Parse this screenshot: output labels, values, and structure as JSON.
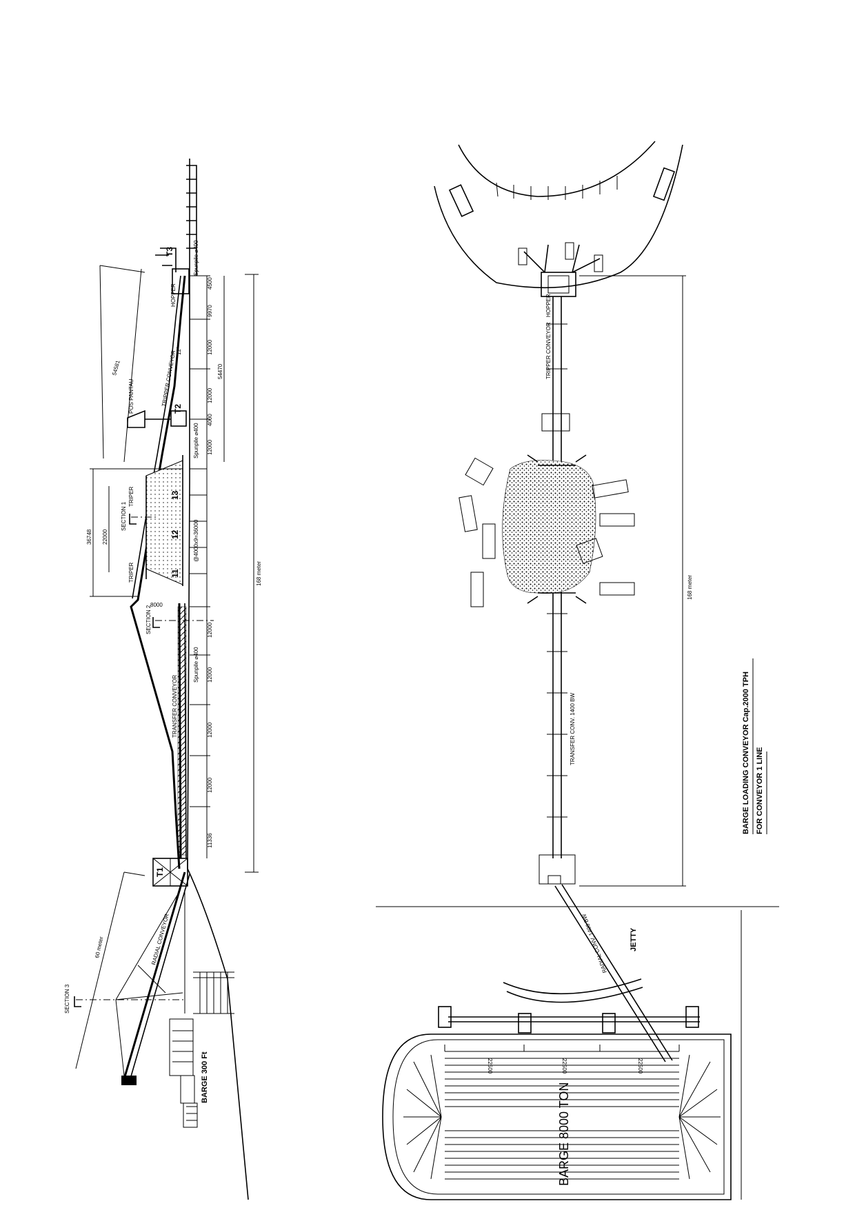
{
  "labels": {
    "pos_pantau": "POS PANTAU",
    "tripper_conveyor": "TRIPPER CONVEYOR",
    "tripper_conveyor_plan": "TRIPPER CONVEYOR",
    "hopper": "HOPPER",
    "hopper_plan": "HOPPER",
    "transfer_conveyor": "TRANSFER CONVEYOR",
    "radial_conveyor": "RADIAL CONVEYOR",
    "spunpile_top": "Spunpile ⌀400",
    "spunpile_mid": "Spunpile ⌀400",
    "spunpile_low": "Spunpile ⌀400",
    "tripper_a": "TRIPER",
    "tripper_b": "TRIPER",
    "section_1": "SECTION 1",
    "section_2": "SECTION 2",
    "section_3": "SECTION 3",
    "t1": "T1",
    "t2": "T2",
    "t3": "T3",
    "d1": "11",
    "d2": "12",
    "d3": "13",
    "slope": "12°",
    "barge_elev": "BARGE 300 Ft",
    "barge_plan": "BARGE  8000  TON",
    "jetty": "JETTY",
    "transfer_conv_plan": "TRANSFER CONV. 1400 BW",
    "radial_conv_plan": "RADIAL CONV. 1400 BW"
  },
  "dimensions": {
    "d_54581": "54581",
    "d_54470": "54470",
    "d_36748": "36748",
    "d_22000": "22000",
    "d_8000": "8000",
    "d_60m": "60 meter",
    "d_168m_elev": "168 meter",
    "d_168m_plan": "168 meter",
    "d_4500": "4500",
    "d_9970": "9970",
    "d_12000_a": "12000",
    "d_12000_b": "12000",
    "d_4000": "4000",
    "d_12000_c": "12000",
    "d_pile_spacing": "@4000x9=36000",
    "d_12000_d": "12000",
    "d_12000_e": "12000",
    "d_12000_f": "12000",
    "d_12000_g": "12000",
    "d_11336": "11336",
    "d_22500_a": "22500",
    "d_22500_b": "22500",
    "d_22500_c": "22500"
  },
  "title": {
    "line1": "BARGE LOADING CONVEYOR Cap.2000 TPH",
    "line2": "FOR CONVEYOR 1 LINE"
  }
}
